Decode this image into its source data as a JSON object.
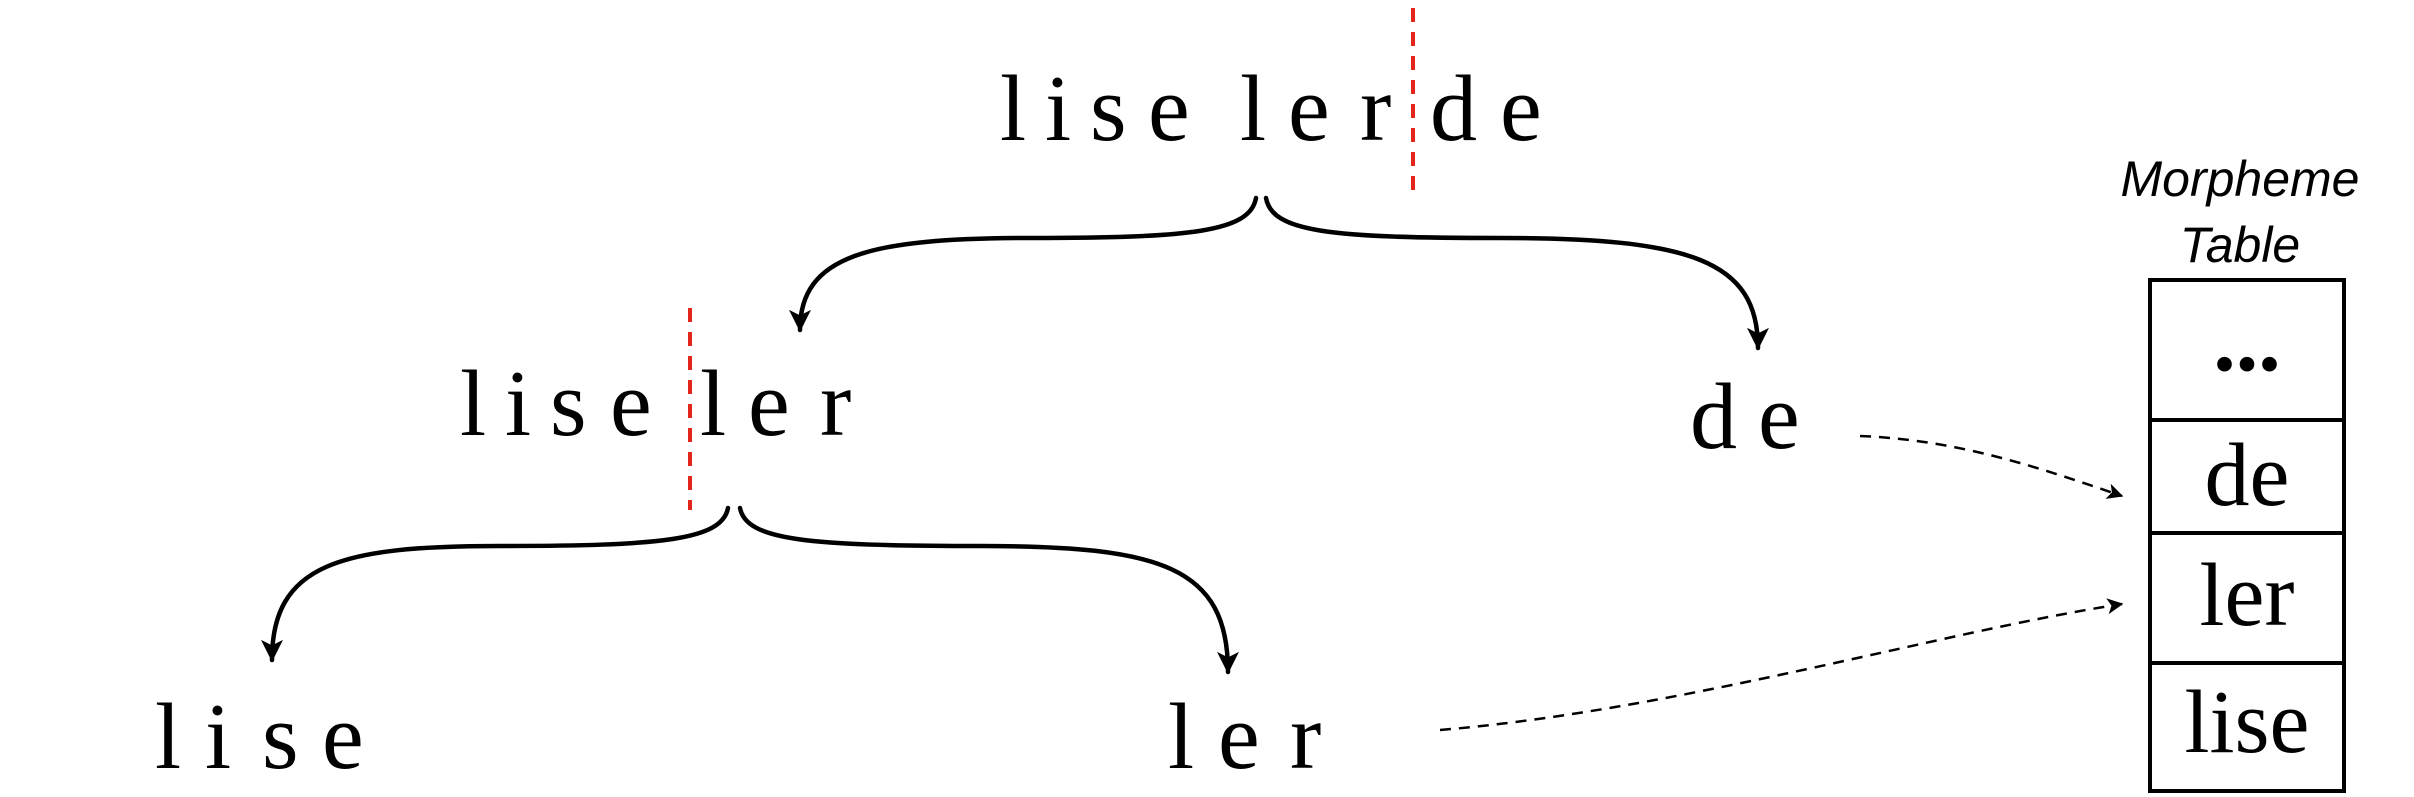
{
  "root_word": {
    "chars": [
      "l",
      "i",
      "s",
      "e",
      "l",
      "e",
      "r",
      "d",
      "e"
    ],
    "split_after": 7
  },
  "level1_left": {
    "chars": [
      "l",
      "i",
      "s",
      "e",
      "l",
      "e",
      "r"
    ],
    "split_after": 4
  },
  "level1_right": {
    "chars": [
      "d",
      "e"
    ]
  },
  "level2_left": {
    "chars": [
      "l",
      "i",
      "s",
      "e"
    ]
  },
  "level2_right": {
    "chars": [
      "l",
      "e",
      "r"
    ]
  },
  "morpheme_table": {
    "caption_line1": "Morpheme",
    "caption_line2": "Table",
    "cells": [
      "...",
      "de",
      "ler",
      "lise"
    ]
  },
  "colors": {
    "split_marker": "#e3261c",
    "ink": "#000000"
  }
}
